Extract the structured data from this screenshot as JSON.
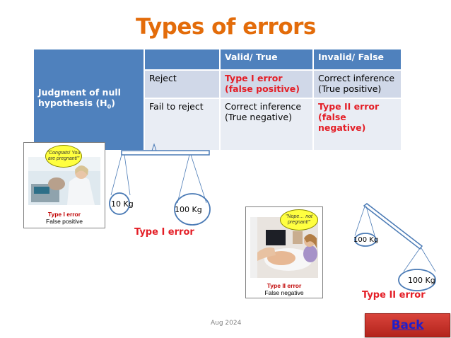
{
  "title": "Types of errors",
  "table": {
    "row_header": "Judgment of null hypothesis (H",
    "row_header_sub": "0",
    "row_header_end": ")",
    "columns": [
      "",
      "Valid/ True",
      "Invalid/ False"
    ],
    "rows": [
      {
        "label": "Reject",
        "valid_line1": "Type I error",
        "valid_line2": "(false positive)",
        "valid_red": true,
        "invalid_line1": "Correct inference",
        "invalid_line2": "(True positive)",
        "invalid_red": false
      },
      {
        "label": "Fail to reject",
        "valid_line1": "Correct inference",
        "valid_line2": "(True negative)",
        "valid_red": false,
        "invalid_line1": "Type II error",
        "invalid_line2": "(false negative)",
        "invalid_red": true
      }
    ]
  },
  "panel1": {
    "bubble": "\"Congrats! You are pregnant!\"",
    "caption_title": "Type I error",
    "caption_sub": "False positive"
  },
  "panel2": {
    "bubble": "\"Nope… not pregnant!\"",
    "caption_title": "Type II error",
    "caption_sub": "False negative"
  },
  "scale1": {
    "left_weight": "10 Kg",
    "right_weight": "100 Kg",
    "label": "Type I error"
  },
  "scale2": {
    "left_weight": "100 Kg",
    "right_weight": "100 Kg",
    "label": "Type II error"
  },
  "footer": {
    "date": "Aug 2024",
    "back_label": "Back"
  },
  "colors": {
    "title": "#e36c0a",
    "table_header": "#4f81bd",
    "error_red": "#e41e26",
    "back_button": "#c0342b"
  }
}
